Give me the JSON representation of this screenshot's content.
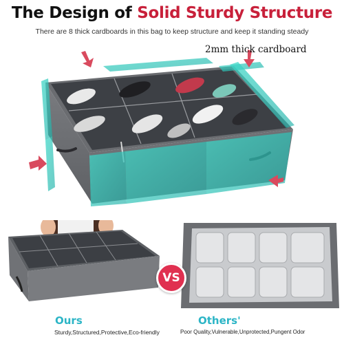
{
  "header": {
    "title_part1": "The Design of ",
    "title_part2": "Solid Sturdy Structure",
    "subtitle": "There are 8 thick cardboards in this bag to keep structure and keep it standing steady",
    "cardboard_label": "2mm thick cardboard"
  },
  "comparison": {
    "vs_label": "VS",
    "ours": {
      "label": "Ours",
      "description": "Sturdy,Structured,Protective,Eco-friendly"
    },
    "others": {
      "label": "Others'",
      "description": "Poor Quality,Vulnerable,Unprotected,Pungent Odor"
    }
  },
  "colors": {
    "accent_red": "#c8203a",
    "accent_teal": "#2cb5c6",
    "fabric_gray": "#6d6f73"
  },
  "icons": [
    "arrow-top-left-icon",
    "arrow-top-right-icon",
    "arrow-bottom-left-icon",
    "arrow-bottom-right-icon",
    "vs-badge-icon"
  ]
}
